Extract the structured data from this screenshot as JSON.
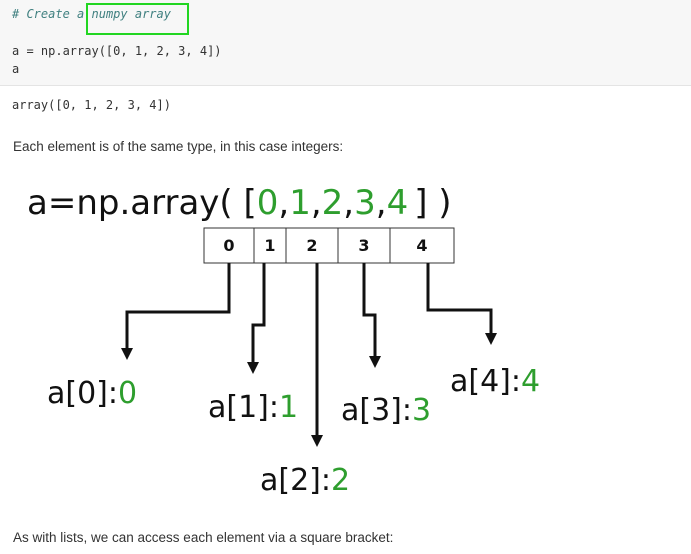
{
  "code_cell": {
    "comment_prefix": "# Create ",
    "comment_highlight_a": "a",
    "comment_highlight_rest": " numpy array",
    "line2": "a = np.array([0, 1, 2, 3, 4])",
    "line3": "a"
  },
  "output": "array([0, 1, 2, 3, 4])",
  "paragraph1": "Each element is of the same type, in this case integers:",
  "diagram": {
    "header_prefix": "a=np.array( [",
    "header_values": [
      "0",
      ",",
      "1",
      ",",
      "2",
      ",",
      "3",
      ",",
      "4"
    ],
    "header_suffix": "] )",
    "indices": [
      "0",
      "1",
      "2",
      "3",
      "4"
    ],
    "labels": [
      {
        "name": "a[0]:",
        "value": "0"
      },
      {
        "name": "a[1]:",
        "value": "1"
      },
      {
        "name": "a[2]:",
        "value": "2"
      },
      {
        "name": "a[3]:",
        "value": "3"
      },
      {
        "name": "a[4]:",
        "value": "4"
      }
    ],
    "colors": {
      "value": "#2e9e2e",
      "text": "#111111"
    }
  },
  "paragraph2": "As with lists, we can access each element via a square bracket:"
}
